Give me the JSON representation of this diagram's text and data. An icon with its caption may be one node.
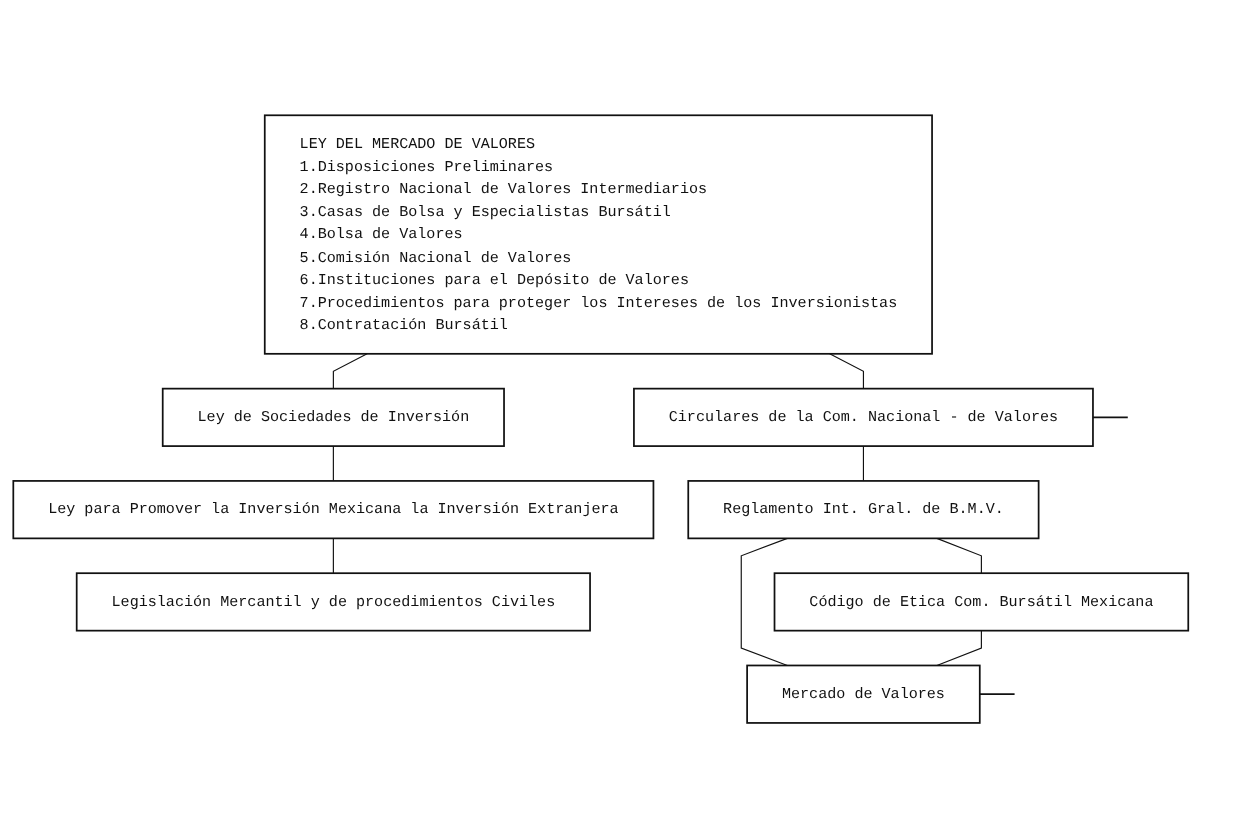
{
  "diagram": {
    "nodes": [
      {
        "text": [
          "LEY DEL MERCADO DE VALORES",
          "1.Disposiciones Preliminares",
          "2.Registro Nacional de Valores Intermediarios",
          "3.Casas de Bolsa y Especialistas Bursátil",
          "4.Bolsa de Valores",
          "5.Comisión Nacional de Valores",
          "6.Instituciones para el Depósito de Valores",
          "7.Procedimientos para proteger los Intereses de los Inversionistas",
          "8.Contratación Bursátil"
        ]
      },
      {
        "text": [
          "Ley de Sociedades de Inversión"
        ]
      },
      {
        "text": [
          "Ley para Promover la Inversión Mexicana la Inversión Extranjera"
        ]
      },
      {
        "text": [
          "Legislación Mercantil y de procedimientos Civiles"
        ]
      },
      {
        "text": [
          "Circulares de la Com. Nacional - de Valores"
        ]
      },
      {
        "text": [
          "Reglamento Int. Gral. de B.M.V."
        ]
      },
      {
        "text": [
          "Código de Etica Com. Bursátil Mexicana"
        ]
      },
      {
        "text": [
          "Mercado de Valores"
        ]
      }
    ],
    "edges": [
      {
        "from": 0,
        "to": 1,
        "arrow": "none"
      },
      {
        "from": 1,
        "to": 2,
        "arrow": "none"
      },
      {
        "from": 2,
        "to": 3,
        "arrow": "none"
      },
      {
        "from": 0,
        "to": 4,
        "arrow": "none"
      },
      {
        "from": 4,
        "to": 5,
        "arrow": "none"
      },
      {
        "from": 5,
        "to": 6,
        "arrow": "none"
      },
      {
        "from": 5,
        "to": 7,
        "arrow": "none"
      },
      {
        "from": 6,
        "to": 7,
        "arrow": "none"
      },
      {
        "from": 4,
        "to": null,
        "arrow": "none"
      },
      {
        "from": 7,
        "to": null,
        "arrow": "none"
      }
    ]
  }
}
